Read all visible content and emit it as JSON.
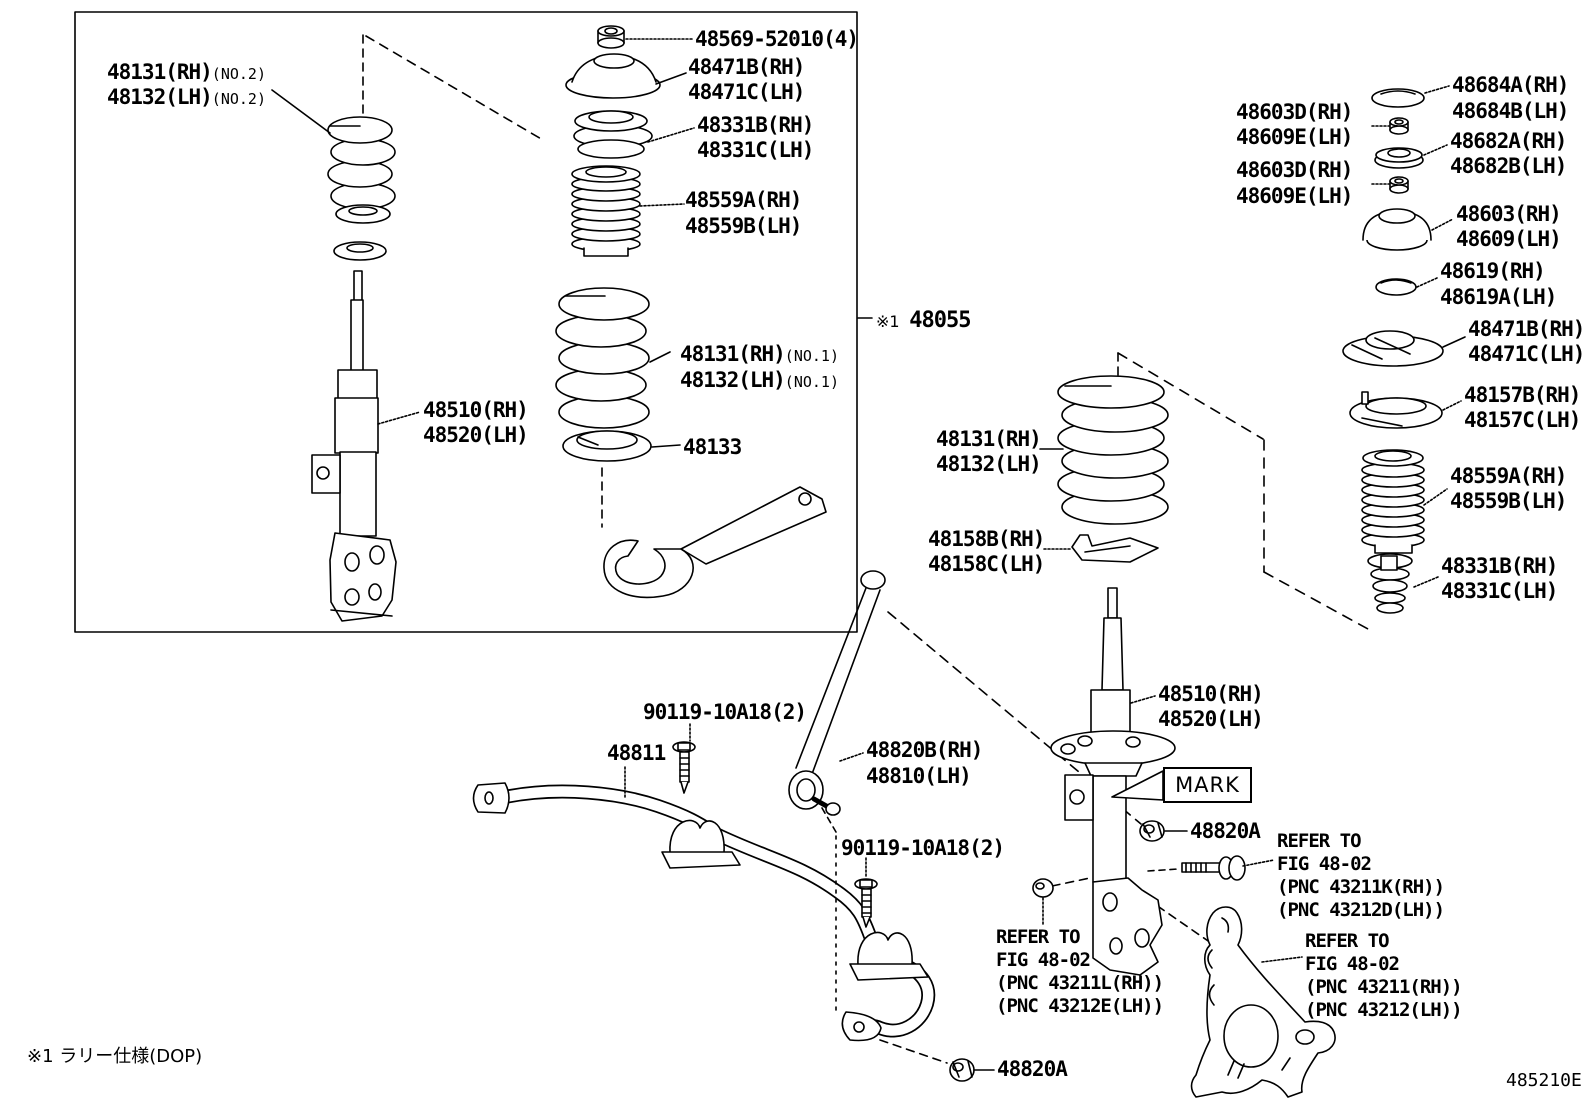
{
  "colors": {
    "line": "#000000",
    "background": "#ffffff"
  },
  "box_assembly": {
    "spring_no2_rh": "48131(RH)",
    "spring_no2_rh_note": "(NO.2)",
    "spring_no2_lh": "48132(LH)",
    "spring_no2_lh_note": "(NO.2)",
    "mount_nut": "48569-52010(4)",
    "support_rh": "48471B(RH)",
    "support_lh": "48471C(LH)",
    "upper_seat_rh": "48331B(RH)",
    "upper_seat_lh": "48331C(LH)",
    "boot_rh": "48559A(RH)",
    "boot_lh": "48559B(LH)",
    "spring_no1_rh": "48131(RH)",
    "spring_no1_rh_note": "(NO.1)",
    "spring_no1_lh": "48132(LH)",
    "spring_no1_lh_note": "(NO.1)",
    "strut_rh": "48510(RH)",
    "strut_lh": "48520(LH)",
    "lower_insulator": "48133",
    "assembly_mark": "※1",
    "assembly_number": "48055"
  },
  "right_column": {
    "cap_rh": "48684A(RH)",
    "cap_lh": "48684B(LH)",
    "nut1_rh": "48603D(RH)",
    "nut1_lh": "48609E(LH)",
    "washer_rh": "48682A(RH)",
    "washer_lh": "48682B(LH)",
    "nut2_rh": "48603D(RH)",
    "nut2_lh": "48609E(LH)",
    "support_rh": "48603(RH)",
    "support_lh": "48609(LH)",
    "dust_cap_rh": "48619(RH)",
    "dust_cap_lh": "48619A(LH)",
    "mount_rh": "48471B(RH)",
    "mount_lh": "48471C(LH)",
    "seat_rh": "48157B(RH)",
    "seat_lh": "48157C(LH)",
    "boot_rh": "48559A(RH)",
    "boot_lh": "48559B(LH)",
    "bumper_rh": "48331B(RH)",
    "bumper_lh": "48331C(LH)"
  },
  "main_assembly": {
    "spring_rh": "48131(RH)",
    "spring_lh": "48132(LH)",
    "lower_seat_rh": "48158B(RH)",
    "lower_seat_lh": "48158C(LH)",
    "strut_rh": "48510(RH)",
    "strut_lh": "48520(LH)",
    "mark": "MARK",
    "nut_mid": "48820A"
  },
  "stabilizer": {
    "bolt_front": "90119-10A18(2)",
    "bar": "48811",
    "link_rh": "48820B(RH)",
    "link_lh": "48810(LH)",
    "bolt_rear": "90119-10A18(2)",
    "nut_bottom": "48820A"
  },
  "references": {
    "knuckle_k": [
      "REFER TO",
      "FIG 48-02",
      "(PNC 43211K(RH))",
      "(PNC 43212D(LH))"
    ],
    "knuckle_l": [
      "REFER TO",
      "FIG 48-02",
      "(PNC 43211L(RH))",
      "(PNC 43212E(LH))"
    ],
    "knuckle": [
      "REFER TO",
      "FIG 48-02",
      "(PNC 43211(RH))",
      "(PNC 43212(LH))"
    ]
  },
  "footer": {
    "note": "※1 ラリー仕様(DOP)",
    "drawing_code": "485210E"
  }
}
